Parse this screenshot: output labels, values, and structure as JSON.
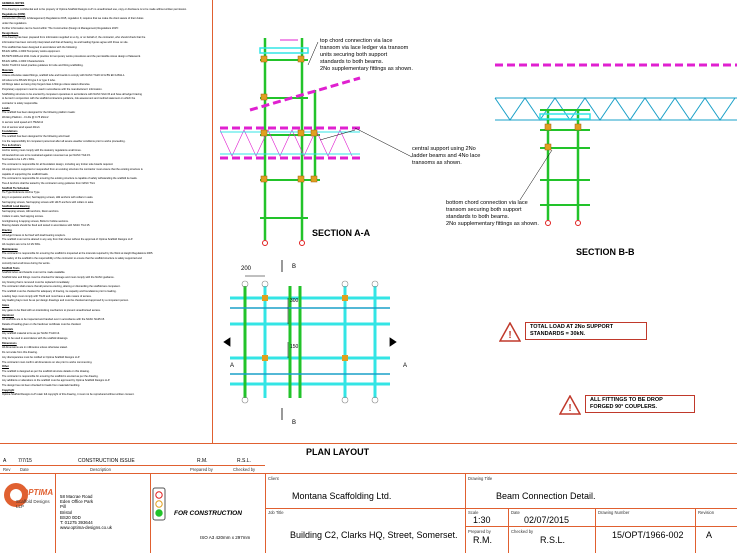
{
  "general_notes": {
    "title": "GENERAL NOTES",
    "lines": [
      "This drawing is confidential and is the property of Optima Scaffold Designs LLP no unauthorised use, copy or disclosure is to be made without written permission.",
      "Regulations (CDM)",
      "Construction (Design & Management) Regulations 2015, regulation 9, requires that we make the client aware of their duties",
      "under the regulations.",
      "Further information can be found within 'The Construction (Design & Management) Regulations 2015'.",
      "Design Basis",
      "This drawing has been prepared from information supplied to us by, or on behalf of, the contractor, who should check that the",
      "information has been correctly interpreted and that all bearing, tie and loading figures agree with those on site.",
      "This scaffold has been designed in accordance with the following:",
      "BS EN 12811-1 2003 Temporary works equipment.",
      "BS 5975:2008+A1:2011 Code of practice for temporary works procedures and the permissible stress design of falsework.",
      "BS EN 12811-1 2003 Characteristics.",
      "NASC TG20:13 Good practice guidance for tube and fitting scaffolding.",
      "Materials",
      "Unless otherwise stated fittings, scaffold tube and boards to comply with NASC TG20:13 & BS EN 12811-1.",
      "All tubes to be BS EN 39 type 4 or type 3 tube.",
      "All fittings taken as being drop forged class A fittings unless stated otherwise.",
      "Proprietary equipment must be used in accordance with the manufacturers' information.",
      "Scaffolding structure to be erected by competent operatives in accordance with NASC SG4:15 and have all ledger bracing",
      "to be tied in conjunction with the scaffold contractors guidance, risk assessment and method statement on which the",
      "contractor is solely responsible.",
      "Loads",
      "The scaffold has been designed for the following platform loads:",
      "Working Platform - 0 Lifts @ 0.75 kN/m2",
      "In service wind speed at 0.75kN/m2",
      "Out of service wind speed 40m/s",
      "Foundations",
      "The scaffold has been designed for the following wind load:",
      "It is the responsibility for competent personnel after all severe weather conditions prior to works proceeding.",
      "Ties & Anchors",
      "Anchor testing must comply with the statutory regulations at all times.",
      "All ties/anchors are to be restrained against movement as per NASC TG4:15.",
      "Test loads to be 1.25 x SWL.",
      "The contractor is responsible for all foundation design, including any timber sole boards required.",
      "All equipment is supported or suspended from an existing structure the contractor must ensure that the existing structure is",
      "capable of supporting the scaffold loads.",
      "The contractor is responsible for ensuring the existing structure is capable of safely withstanding the scaffold tie loads.",
      "Ties & Anchors shall be tested by the contractor using guidance from NASC TG4.",
      "Scaffold Tie Schedule",
      "Tie Type                Reference         Anchor Type",
      "                        Eng in expansion anchor, Sed tapping screws, Hilti anchors with collars in asks.",
      "                        Sed tapping screws, Sed tapping screws with HILTI anchors with collars in asks.",
      "Scaffold Load Bearing",
      "                        Sed tapping screws, Hilti anchors, Resin anchors.",
      "                        Collars in asks, Sed tapping screws.",
      "                        Gm/tightening & tapping screws, Bolts for hollow sections.",
      "Bracing details should be fixed and tested in accordance with NASC TG4:15.",
      "Bracing",
      "All ledger braces to be fixed with load bearing couplers.",
      "The scaffold must not be altered in any way from that shown without the approval of Optima Scaffold Designs LLP.",
      "All couplers are to be 12 kN SWL.",
      "Maintenance",
      "The contractor is responsible for ensuring the scaffold is inspected at the intervals required by the Work at Height Regulations 2005.",
      "The safety of the scaffold is the responsibility of the contractor to ensure that the scaffold structure is safely supported and",
      "correctly tied at all times during the works.",
      "Scaffold Tests",
      "Scaffold tubes and boards must not be made available.",
      "Scaffold tube and fittings must be checked for damage and must comply with the NASC guidance.",
      "Any bracing that is removed must be replaced immediately.",
      "The contractor shall ensure that all persons erecting, altering or dismantling the scaffold are competent.",
      "The scaffold must be checked for adequacy of bracing, tie capacity and foundations prior to loading.",
      "Loading bays must comply with TG20 and must have a safe means of access.",
      "Any loading bays must be as per design drawings and must be checked and approved by a competent person.",
      "Gates",
      "Any gates to be fitted with an interlocking mechanism to prevent unauthorised access.",
      "Handover",
      "All scaffolds are to be inspected and handed over in accordance with the NASC SG25:15.",
      "Details of loading given on the handover certificate must be checked.",
      "Materials",
      "Any scaffold material to be as per NASC TG20:13.",
      "Only to be used in accordance with the scaffold drawings.",
      "Dimensions",
      "All dimensions are in millimetres unless otherwise stated.",
      "Do not scale from this drawing.",
      "Any discrepancies must be notified to Optima Scaffold Designs LLP.",
      "The contractor must confirm all dimensions on site prior to works commencing.",
      "Other",
      "The scaffold is designed as per the scaffold structure details on this drawing.",
      "The contractor is responsible for ensuring the scaffold is erected as per the drawing.",
      "Any additions or alterations to the scaffold must be approved by Optima Scaffold Designs LLP.",
      "The design has not been checked for loads from materials handling.",
      "Copyright",
      "Optima Scaffold Designs LLP retain full copyright of this drawing, it must not be reproduced without written consent."
    ]
  },
  "sections": {
    "section_a": "SECTION A-A",
    "section_b": "SECTION B-B",
    "plan": "PLAN LAYOUT"
  },
  "notes": {
    "top_chord": [
      "top chord connection via lace",
      "transom via lace ledger via transom",
      "units securing both support",
      "standards to both beams.",
      "2No supplementary fittings as shown."
    ],
    "central_support": [
      "central support using 2No",
      "ladder beams and 4No lace",
      "transoms as shown."
    ],
    "bottom_chord": [
      "bottom chord connection via lace",
      "transom securing both support",
      "standards to both beams.",
      "2No supplementary fittings as shown."
    ]
  },
  "plan_labels": {
    "dim_200": "200",
    "dim_300": "300",
    "dim_150": "150",
    "mark_a": "A",
    "mark_b": "B"
  },
  "warnings": {
    "load": [
      "TOTAL LOAD AT 2No SUPPORT",
      "STANDARDS = 30kN."
    ],
    "fittings": [
      "ALL FITTINGS TO BE DROP",
      "FORGED 90° COUPLERS."
    ]
  },
  "revision_table": {
    "rev": "A",
    "date_row": "7/7/15",
    "description_row": "CONSTRUCTION ISSUE",
    "prepared_row": "R.M.",
    "checked_row": "R.S.L.",
    "col_rev": "Rev",
    "col_date": "Date",
    "col_desc": "Description",
    "col_prepared": "Prepared by",
    "col_checked": "Checked by"
  },
  "company": {
    "logo": "OPTIMA",
    "logo_sub": "Scaffold Designs LLP",
    "address": [
      "58 Macrae Road",
      "Eden Office Park",
      "Pill",
      "Bristol",
      "BS20 0DD",
      "T: 01275 393644",
      "www.optima-designs.co.uk"
    ],
    "status": "FOR CONSTRUCTION",
    "paper_size": "ISO A3 420mm x 297mm"
  },
  "title_block": {
    "client_label": "Client",
    "client": "Montana Scaffolding Ltd.",
    "drawing_title_label": "Drawing Title",
    "drawing_title": "Beam Connection Detail.",
    "job_title_label": "Job Title",
    "job_title": "Building C2, Clarks HQ, Street, Somerset.",
    "scale_label": "Scale",
    "scale": "1:30",
    "date_label": "Date",
    "date": "02/07/2015",
    "drawing_number_label": "Drawing Number",
    "drawing_number": "15/OPT/1966-002",
    "revision_label": "Revision",
    "revision": "A",
    "prepared_label": "Prepared by",
    "prepared": "R.M.",
    "checked_label": "Checked by",
    "checked": "R.S.L."
  },
  "colors": {
    "standard": "#22c32a",
    "transom": "#33e5e5",
    "ledger": "#1aa0c8",
    "beam_dashed": "#e020d0",
    "fitting": "#e0a020",
    "border": "#e06030",
    "warning": "#c0392b"
  }
}
